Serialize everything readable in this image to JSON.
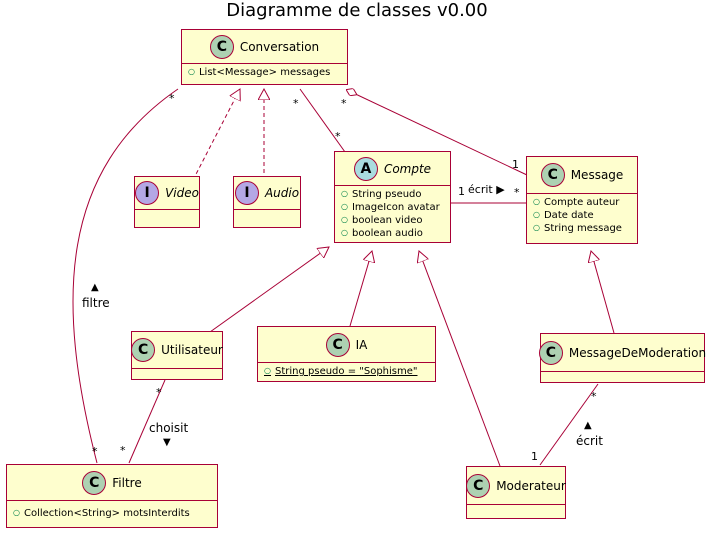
{
  "title": "Diagramme de classes v0.00",
  "classes": {
    "conversation": {
      "stereotype": "C",
      "name": "Conversation",
      "attrs": [
        "List<Message> messages"
      ]
    },
    "compte": {
      "stereotype": "A",
      "name": "Compte",
      "attrs": [
        "String pseudo",
        "ImageIcon avatar",
        "boolean video",
        "boolean audio"
      ]
    },
    "message": {
      "stereotype": "C",
      "name": "Message",
      "attrs": [
        "Compte auteur",
        "Date date",
        "String message"
      ]
    },
    "video": {
      "stereotype": "I",
      "name": "Video"
    },
    "audio": {
      "stereotype": "I",
      "name": "Audio"
    },
    "utilisateur": {
      "stereotype": "C",
      "name": "Utilisateur"
    },
    "ia": {
      "stereotype": "C",
      "name": "IA",
      "attrs": [
        "String pseudo = \"Sophisme\""
      ]
    },
    "messagedemoderation": {
      "stereotype": "C",
      "name": "MessageDeModeration"
    },
    "filtre": {
      "stereotype": "C",
      "name": "Filtre",
      "attrs": [
        "Collection<String> motsInterdits"
      ]
    },
    "moderateur": {
      "stereotype": "C",
      "name": "Moderateur"
    }
  },
  "labels": {
    "conv_filtre_mult_top": "*",
    "conv_compte_mult_top": "*",
    "conv_message_mult_top": "*",
    "compte_mult_conv": "*",
    "message_mult_conv": "1",
    "compte_mult_message": "1",
    "message_mult_compte": "*",
    "ecrit_top": "écrit ▶",
    "filtre_arrow": "▲",
    "filtre_text": "filtre",
    "filtre_mult_conv": "*",
    "util_mult": "*",
    "filtre_mult_util": "*",
    "choisit_text": "choisit",
    "choisit_arrow": "▼",
    "mdm_mult": "*",
    "mod_mult": "1",
    "ecrit_bottom_arrow": "▲",
    "ecrit_bottom_text": "écrit"
  },
  "colors": {
    "box_fill": "#FEFECE",
    "border": "#A80036",
    "class_badge": "#ADD1B2",
    "abstract_badge": "#A9DCDF",
    "interface_badge": "#B4A7E5"
  }
}
